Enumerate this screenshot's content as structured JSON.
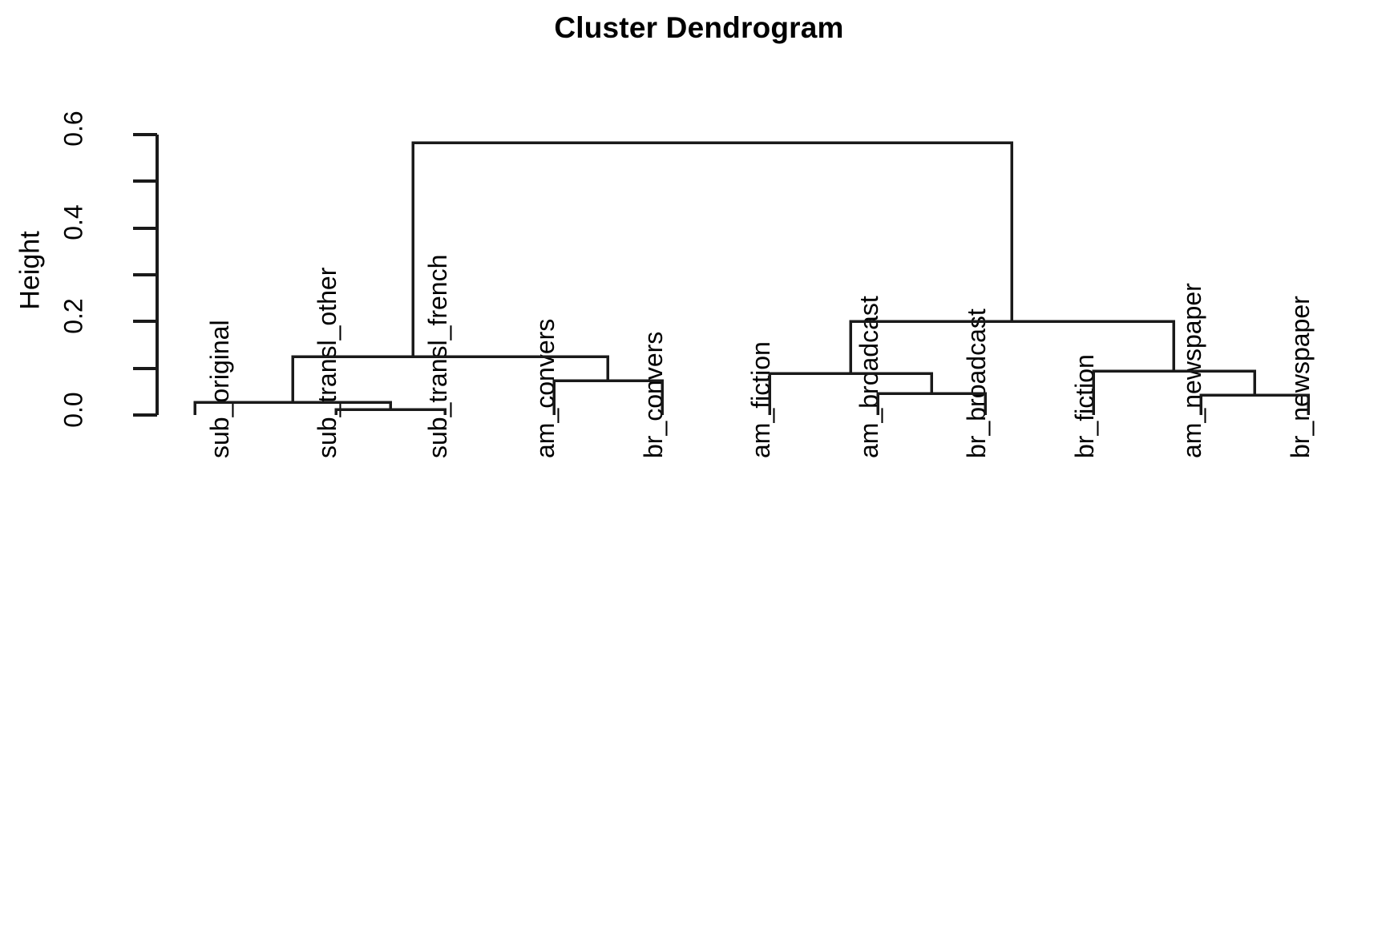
{
  "chart_data": {
    "type": "dendrogram",
    "title": "Cluster Dendrogram",
    "xlabel": "",
    "ylabel": "Height",
    "ylim": [
      0.0,
      0.6
    ],
    "yticks": [
      0.0,
      0.2,
      0.4,
      0.6
    ],
    "ytick_labels": [
      "0.0",
      "0.2",
      "0.4",
      "0.6"
    ],
    "minor_ticks": [
      0.1,
      0.3,
      0.5
    ],
    "grid": false,
    "legend": null,
    "leaves": [
      "sub_original",
      "sub_transl_other",
      "sub_transl_french",
      "am_convers",
      "br_convers",
      "am_fiction",
      "am_broadcast",
      "br_broadcast",
      "br_fiction",
      "am_newspaper",
      "br_newspaper"
    ],
    "merges": [
      {
        "id": "m1",
        "label": "sub_transl_other + sub_transl_french",
        "members": [
          "sub_transl_other",
          "sub_transl_french"
        ],
        "height": 0.012
      },
      {
        "id": "m2",
        "label": "sub_original + (sub_transl cluster)",
        "members": [
          "sub_original",
          "m1"
        ],
        "height": 0.028
      },
      {
        "id": "m3",
        "label": "am_convers + br_convers",
        "members": [
          "am_convers",
          "br_convers"
        ],
        "height": 0.075
      },
      {
        "id": "m4",
        "label": "subtitles cluster + convers cluster",
        "members": [
          "m2",
          "m3"
        ],
        "height": 0.125
      },
      {
        "id": "m5",
        "label": "am_broadcast + br_broadcast",
        "members": [
          "am_broadcast",
          "br_broadcast"
        ],
        "height": 0.047
      },
      {
        "id": "m6",
        "label": "am_fiction + broadcast cluster",
        "members": [
          "am_fiction",
          "m5"
        ],
        "height": 0.09
      },
      {
        "id": "m7",
        "label": "am_newspaper + br_newspaper",
        "members": [
          "am_newspaper",
          "br_newspaper"
        ],
        "height": 0.042
      },
      {
        "id": "m8",
        "label": "br_fiction + newspaper cluster",
        "members": [
          "br_fiction",
          "m7"
        ],
        "height": 0.095
      },
      {
        "id": "m9",
        "label": "fiction/broadcast cluster + fiction/newspaper cluster",
        "members": [
          "m6",
          "m8"
        ],
        "height": 0.2
      },
      {
        "id": "m10",
        "label": "root merge",
        "members": [
          "m4",
          "m9"
        ],
        "height": 0.583
      }
    ]
  }
}
